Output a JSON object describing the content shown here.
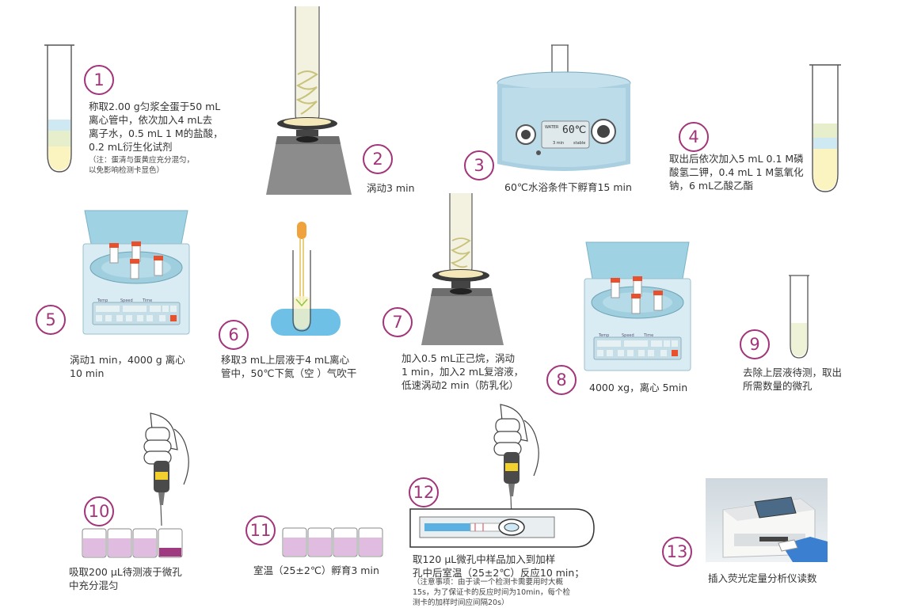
{
  "colors": {
    "accent": "#a2347a",
    "plum": "#a2347a",
    "tube_yellow": "#f7f2c8",
    "tube_blue": "#d6eef6",
    "device_blue": "#bfe0ee",
    "red_cap": "#e8502e"
  },
  "steps": [
    {
      "num": "1",
      "text": "称取2.00 g匀浆全蛋于50 mL\n离心管中，依次加入4 mL去\n离子水，0.5 mL 1 M的盐酸，\n0.2 mL衍生化试剂",
      "note": "（注：蛋清与蛋黄应充分混匀，\n以免影响检测卡显色）"
    },
    {
      "num": "2",
      "text": "涡动3 min"
    },
    {
      "num": "3",
      "text": "60℃水浴条件下孵育15 min"
    },
    {
      "num": "4",
      "text": "取出后依次加入5 mL 0.1 M磷\n酸氢二钾，0.4 mL 1 M氢氧化\n钠，6 mL乙酸乙酯"
    },
    {
      "num": "5",
      "text": "涡动1 min，4000 g 离心\n10 min"
    },
    {
      "num": "6",
      "text": "移取3 mL上层液于4 mL离心\n管中，50℃下氮（空 ）气吹干"
    },
    {
      "num": "7",
      "text": "加入0.5 mL正己烷，涡动\n1 min，加入2 mL复溶液，\n低速涡动2 min（防乳化）"
    },
    {
      "num": "8",
      "text": "4000 xg，离心 5min"
    },
    {
      "num": "9",
      "text": "去除上层液待测，取出\n所需数量的微孔"
    },
    {
      "num": "10",
      "text": "吸取200 μL待测液于微孔\n中充分混匀"
    },
    {
      "num": "11",
      "text": "室温（25±2℃）孵育3 min"
    },
    {
      "num": "12",
      "text": "取120 μL微孔中样品加入到加样\n孔中后室温（25±2℃）反应10 min；",
      "note": "（注意事项：由于读一个检测卡需要用时大概\n15s，为了保证卡的反应时间为10min，每个检\n测卡的加样时间应间隔20s）"
    },
    {
      "num": "13",
      "text": "插入荧光定量分析仪读数"
    }
  ],
  "device": {
    "bath_display": "60℃",
    "bath_label_water": "WATER",
    "bath_label_min": "3 min",
    "bath_label_stable": "stable",
    "centrifuge_labels": [
      "Temp",
      "Speed",
      "Time"
    ]
  }
}
